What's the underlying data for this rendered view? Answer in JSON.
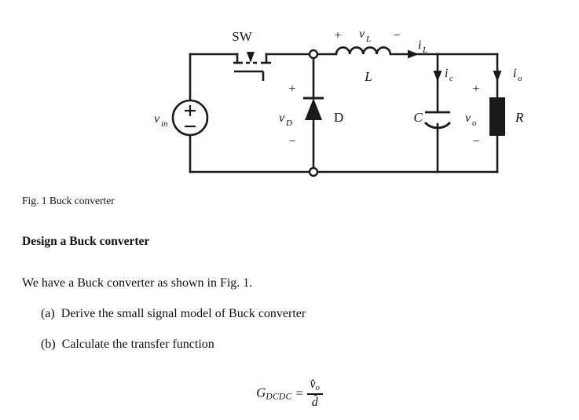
{
  "figure": {
    "caption": "Fig. 1 Buck converter",
    "labels": {
      "switch": "SW",
      "vin": "v",
      "vin_sub": "in",
      "source_plus": "+",
      "source_minus": "−",
      "vd": "v",
      "vd_sub": "D",
      "vd_plus": "+",
      "vd_minus": "−",
      "diode": "D",
      "vl_plus": "+",
      "vl": "v",
      "vl_sub": "L",
      "vl_minus": "−",
      "inductor": "L",
      "il": "i",
      "il_sub": "L",
      "ic": "i",
      "ic_sub": "c",
      "capacitor": "C",
      "vo": "v",
      "vo_sub": "o",
      "vo_plus": "+",
      "vo_minus": "−",
      "io": "i",
      "io_sub": "o",
      "resistor": "R"
    },
    "colors": {
      "wire": "#1a1a1a",
      "fill": "#1a1a1a",
      "background": "#ffffff"
    }
  },
  "document": {
    "heading": "Design a Buck converter",
    "intro": "We have a Buck converter as shown in Fig. 1.",
    "items": [
      "(a)  Derive the small signal model of Buck converter",
      "(b)  Calculate the transfer function"
    ],
    "equation": {
      "lhs": "G",
      "lhs_sub": "DCDC",
      "relation": "=",
      "numerator": "v̂",
      "numerator_sub": "o",
      "denominator": "d̂"
    }
  }
}
